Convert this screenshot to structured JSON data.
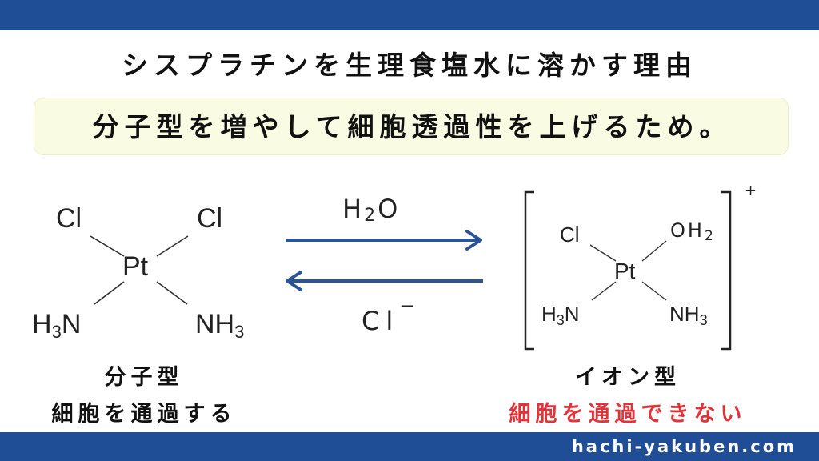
{
  "colors": {
    "bar": "#1f4e96",
    "highlight_bg": "#fafbe3",
    "highlight_border": "#ecedd0",
    "arrow": "#2a5496",
    "warning": "#e0343b"
  },
  "title": "シスプラチンを生理食塩水に溶かす理由",
  "highlight": "分子型を増やして細胞透過性を上げるため。",
  "molecular": {
    "cl_left": "Cl",
    "cl_right": "Cl",
    "center": "Pt",
    "amine_left": {
      "h": "H",
      "sub": "3",
      "n": "N"
    },
    "amine_right": {
      "nh": "NH",
      "sub": "3"
    }
  },
  "ionic": {
    "cl": "Cl",
    "aqua": {
      "oh": "OH",
      "sub": "2"
    },
    "center": "Pt",
    "amine_left": {
      "h": "H",
      "sub": "3",
      "n": "N"
    },
    "amine_right": {
      "nh": "NH",
      "sub": "3"
    },
    "charge": "+"
  },
  "reaction": {
    "forward": {
      "h": "H",
      "sub": "2",
      "o": "O"
    },
    "reverse": {
      "text": "Cl",
      "charge": "−"
    }
  },
  "captions": {
    "left_label": "分子型",
    "left_note": "細胞を通過する",
    "right_label": "イオン型",
    "right_note": "細胞を通過できない"
  },
  "footer": {
    "site": "hachi-yakuben.com"
  }
}
